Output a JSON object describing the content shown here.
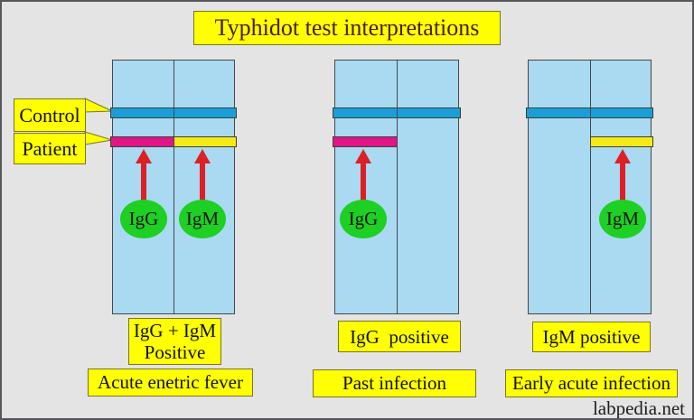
{
  "title": "Typhidot test interpretations",
  "watermark": "labpedia.net",
  "row_labels": {
    "control": "Control",
    "patient": "Patient"
  },
  "strips": [
    {
      "name": "igg-and-igm-positive-strip",
      "bands": {
        "control": "both-columns-blue",
        "patient_left": "magenta",
        "patient_right": "yellow"
      },
      "markers": [
        {
          "label": "IgG"
        },
        {
          "label": "IgM"
        }
      ],
      "result_lines": [
        "IgG + IgM",
        "Positive"
      ],
      "interpretation": "Acute enetric fever"
    },
    {
      "name": "igg-positive-strip",
      "bands": {
        "control": "both-columns-blue",
        "patient_left": "magenta"
      },
      "markers": [
        {
          "label": "IgG"
        }
      ],
      "result_lines": [
        "IgG  positive"
      ],
      "interpretation": "Past infection"
    },
    {
      "name": "igm-positive-strip",
      "bands": {
        "control": "both-columns-blue",
        "patient_right": "yellow"
      },
      "markers": [
        {
          "label": "IgM"
        }
      ],
      "result_lines": [
        "IgM positive"
      ],
      "interpretation": "Early acute infection"
    }
  ],
  "colors": {
    "background": "#e4e4e4",
    "frame_border": "#57575b",
    "label_fill": "#ffff00",
    "label_border": "#76762e",
    "title_text": "#4a1c10",
    "strip_fill": "#a9daf1",
    "strip_border": "#46464c",
    "control_band": "#1a9ed9",
    "igg_patient_band": "#e01588",
    "igm_patient_band": "#f6ea16",
    "arrow_red": "#dd1f26",
    "marker_green": "#1ecf24"
  }
}
